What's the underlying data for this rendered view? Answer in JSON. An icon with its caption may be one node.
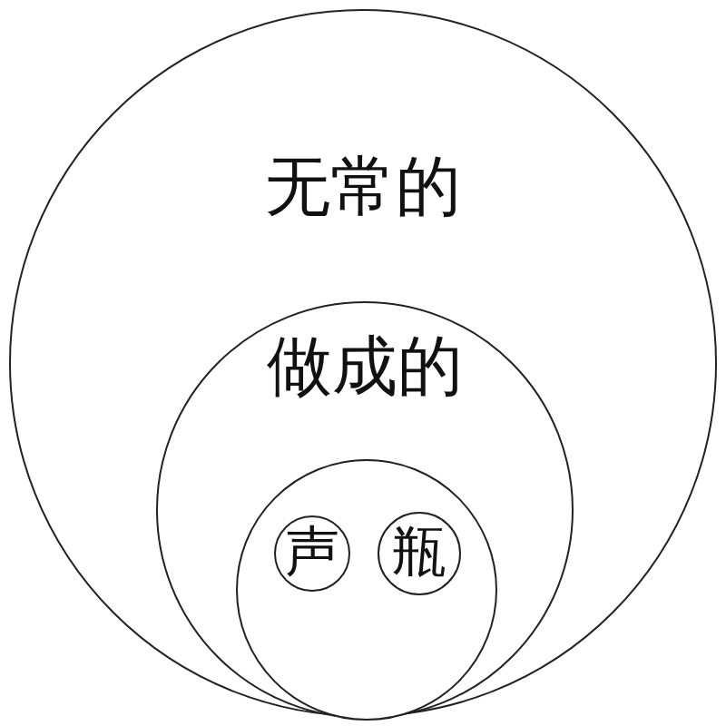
{
  "diagram": {
    "nodes": [
      {
        "text": [
          "无常的"
        ]
      },
      {
        "text": [
          "做成的"
        ],
        "in": 0
      },
      {
        "text": [],
        "shape": "circle",
        "in": 1
      },
      {
        "text": [
          "声"
        ],
        "in": 2
      },
      {
        "text": [
          "瓶"
        ],
        "in": 2
      }
    ]
  }
}
